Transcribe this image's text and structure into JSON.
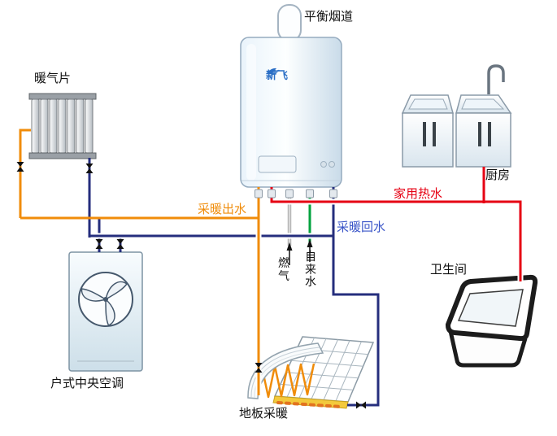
{
  "labels": {
    "flue": "平衡烟道",
    "radiator": "暖气片",
    "kitchen": "厨房",
    "domestic_hot_water": "家用热水",
    "heating_supply": "采暖出水",
    "heating_return": "采暖回水",
    "gas": "燃气",
    "tap_water": "自来水",
    "bathroom": "卫生间",
    "central_ac": "户式中央空调",
    "floor_heating": "地板采暖",
    "boiler_brand": "新飞"
  },
  "colors": {
    "heating_supply_pipe": "#f08c0a",
    "domestic_hot_water_pipe": "#e60013",
    "heating_return_pipe": "#252e7d",
    "gas_pipe": "#b6b6b6",
    "tap_water_pipe": "#00a23e",
    "heating_supply_label": "#f08c0a",
    "domestic_hot_water_label": "#e60013",
    "heating_return_label": "#3a55c8",
    "brand_blue": "#2b6fc6",
    "text": "#1a1a1a"
  }
}
